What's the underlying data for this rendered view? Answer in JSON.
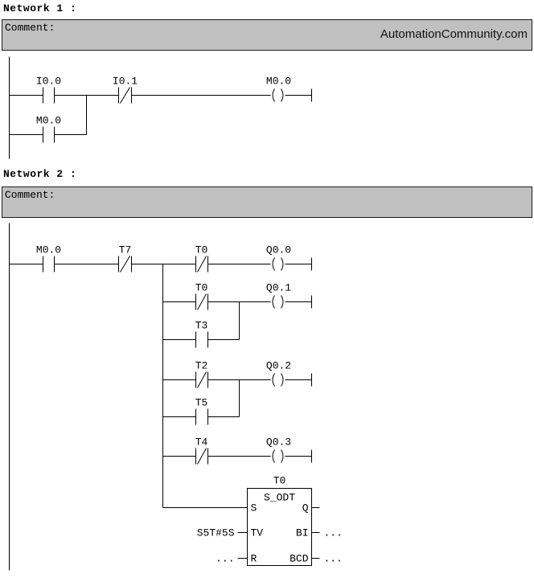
{
  "colors": {
    "comment_bg": "#c0c0c0",
    "wire": "#000000",
    "page_bg": "#ffffff"
  },
  "watermark": "AutomationCommunity.com",
  "networks": {
    "n1": {
      "title": "Network 1 :",
      "comment": "Comment:",
      "contact_i00": "I0.0",
      "contact_i01": "I0.1",
      "contact_m00": "M0.0",
      "coil_m00": "M0.0"
    },
    "n2": {
      "title": "Network 2 :",
      "comment": "Comment:",
      "contact_m00": "M0.0",
      "contact_t7": "T7",
      "contact_t0_main": "T0",
      "coil_q00": "Q0.0",
      "contact_t0_or": "T0",
      "contact_t3": "T3",
      "coil_q01": "Q0.1",
      "contact_t2": "T2",
      "contact_t5": "T5",
      "coil_q02": "Q0.2",
      "contact_t4": "T4",
      "coil_q03": "Q0.3",
      "timer": {
        "name": "T0",
        "block_type": "S_ODT",
        "pins": {
          "s": "S",
          "tv": "TV",
          "r": "R",
          "q": "Q",
          "bi": "BI",
          "bcd": "BCD"
        },
        "tv_value": "S5T#5S",
        "r_value": "...",
        "bi_value": "...",
        "bcd_value": "..."
      }
    }
  }
}
